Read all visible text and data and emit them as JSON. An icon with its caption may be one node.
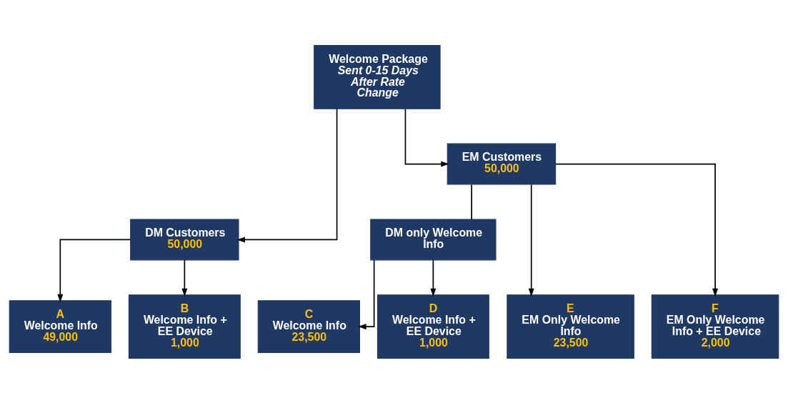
{
  "diagram": {
    "nodes": [
      {
        "text": [
          "Welcome Package",
          "Sent 0-15 Days After Rate Change"
        ]
      },
      {
        "text": [
          "DM Customers",
          "50,000"
        ]
      },
      {
        "text": [
          "EM Customers",
          "50,000"
        ]
      },
      {
        "text": [
          "DM only Welcome Info"
        ]
      },
      {
        "text": [
          "A",
          "Welcome Info",
          "49,000"
        ]
      },
      {
        "text": [
          "B",
          "Welcome Info + EE Device",
          "1,000"
        ]
      },
      {
        "text": [
          "C",
          "Welcome Info",
          "23,500"
        ]
      },
      {
        "text": [
          "D",
          "Welcome Info + EE Device",
          "1,000"
        ]
      },
      {
        "text": [
          "E",
          "EM Only Welcome Info",
          "23,500"
        ]
      },
      {
        "text": [
          "F",
          "EM Only Welcome Info + EE Device",
          "2,000"
        ]
      }
    ],
    "edges": [
      {
        "from": 0,
        "to": 1,
        "arrow": "to"
      },
      {
        "from": 0,
        "to": 2,
        "arrow": "to"
      },
      {
        "from": 1,
        "to": 4,
        "arrow": "to"
      },
      {
        "from": 1,
        "to": 5,
        "arrow": "to"
      },
      {
        "from": 2,
        "to": 3,
        "arrow": "none"
      },
      {
        "from": 3,
        "to": 6,
        "arrow": "to"
      },
      {
        "from": 3,
        "to": 7,
        "arrow": "to"
      },
      {
        "from": 2,
        "to": 8,
        "arrow": "to"
      },
      {
        "from": 2,
        "to": 9,
        "arrow": "to"
      }
    ]
  }
}
